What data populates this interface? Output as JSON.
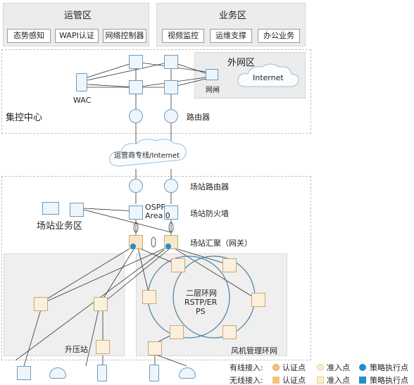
{
  "mgmt_zone": {
    "title": "运管区",
    "items": [
      "态势感知",
      "WAPI认证",
      "网络控制器"
    ]
  },
  "biz_zone": {
    "title": "业务区",
    "items": [
      "视频监控",
      "运维支撑",
      "办公业务"
    ]
  },
  "outer_zone": {
    "title": "外网区",
    "internet": "Internet",
    "gatekeeper": "网闸"
  },
  "center": {
    "title": "集控中心",
    "wac": "WAC",
    "router": "路由器"
  },
  "wan": {
    "label": "运营商专线/Internet"
  },
  "site": {
    "router": "场站路由器",
    "firewall": "场站防火墙",
    "aggregation": "场站汇聚（网关）",
    "ospf_line1": "OSPF",
    "ospf_line2": "Area 0",
    "biz_area": "场站业务区"
  },
  "substation": {
    "title": "升压站"
  },
  "ring": {
    "title": "风机管理环网",
    "line1": "二层环网",
    "line2": "RSTP/ER",
    "line3": "PS"
  },
  "legend": {
    "wired_label": "有线接入:",
    "wireless_label": "无线接入:",
    "auth": "认证点",
    "access": "准入点",
    "policy": "策略执行点",
    "colors": {
      "auth": "#f0c27a",
      "access": "#fbeec9",
      "policy": "#1d8fd0"
    }
  }
}
